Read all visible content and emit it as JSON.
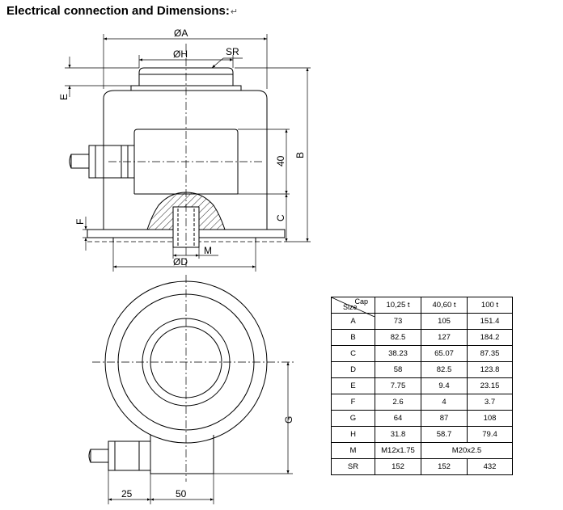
{
  "title": "Electrical connection and Dimensions:",
  "title_mark": "↵",
  "front_view": {
    "labels": {
      "A": "ØA",
      "H": "ØH",
      "SR": "SR",
      "E": "E",
      "F": "F",
      "D": "ØD",
      "M": "M",
      "B": "B",
      "C": "C",
      "forty": "40"
    }
  },
  "top_view": {
    "labels": {
      "G": "G",
      "twentyfive": "25",
      "fifty": "50"
    }
  },
  "table": {
    "corner_top": "Cap",
    "corner_bottom": "Size",
    "columns": [
      "10,25 t",
      "40,60 t",
      "100 t"
    ],
    "rows": [
      {
        "label": "A",
        "cells": [
          "73",
          "105",
          "151.4"
        ]
      },
      {
        "label": "B",
        "cells": [
          "82.5",
          "127",
          "184.2"
        ]
      },
      {
        "label": "C",
        "cells": [
          "38.23",
          "65.07",
          "87.35"
        ]
      },
      {
        "label": "D",
        "cells": [
          "58",
          "82.5",
          "123.8"
        ]
      },
      {
        "label": "E",
        "cells": [
          "7.75",
          "9.4",
          "23.15"
        ]
      },
      {
        "label": "F",
        "cells": [
          "2.6",
          "4",
          "3.7"
        ]
      },
      {
        "label": "G",
        "cells": [
          "64",
          "87",
          "108"
        ]
      },
      {
        "label": "H",
        "cells": [
          "31.8",
          "58.7",
          "79.4"
        ]
      }
    ],
    "m_row": {
      "label": "M",
      "cell1": "M12x1.75",
      "cell23": "M20x2.5"
    },
    "sr_row": {
      "label": "SR",
      "cells": [
        "152",
        "152",
        "432"
      ]
    }
  }
}
